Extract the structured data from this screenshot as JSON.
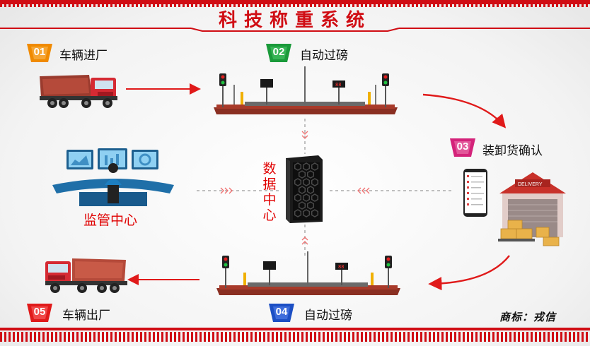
{
  "title": "科技称重系统",
  "steps": [
    {
      "num": "01",
      "label": "车辆进厂",
      "color": "#f08a00"
    },
    {
      "num": "02",
      "label": "自动过磅",
      "color": "#1a9a3a"
    },
    {
      "num": "03",
      "label": "装卸货确认",
      "color": "#d4237a"
    },
    {
      "num": "04",
      "label": "自动过磅",
      "color": "#1c4fc4"
    },
    {
      "num": "05",
      "label": "车辆出厂",
      "color": "#e01a1a"
    }
  ],
  "center": {
    "data_center_label": "数据中心",
    "monitor_label": "监管中心"
  },
  "warehouse": {
    "sign": "DELIVERY"
  },
  "trademark": "商标：戎信",
  "colors": {
    "accent_red": "#d00d14",
    "arrow_red": "#e01a1a",
    "dash_gray": "#9a9a9a"
  }
}
